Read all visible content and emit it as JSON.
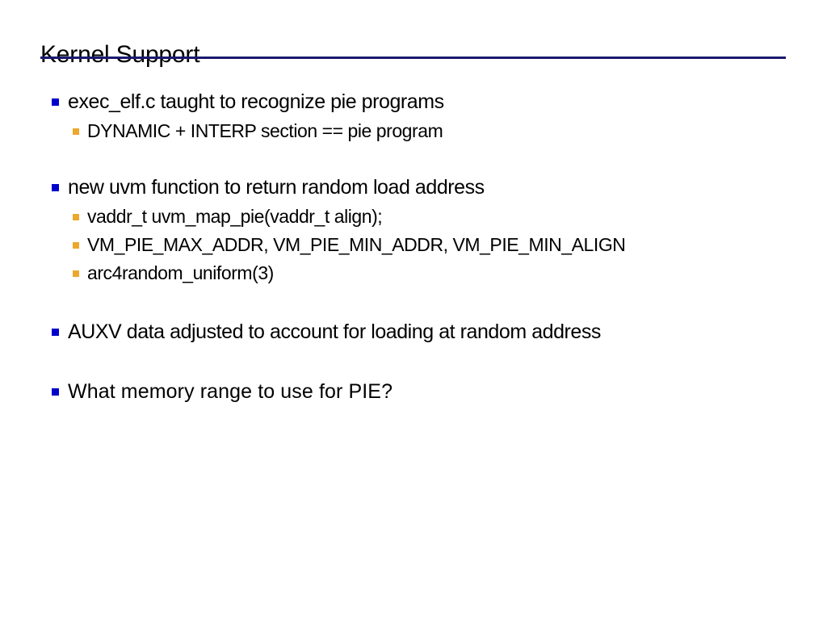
{
  "slide": {
    "title": "Kernel Support",
    "rule_color": "#191970",
    "background_color": "#FFFFFF",
    "text_color": "#000000",
    "bullet_level1_color": "#0000CC",
    "bullet_level2_color": "#ECA72C",
    "bullets": [
      {
        "level": 1,
        "text": "exec_elf.c taught to recognize pie programs"
      },
      {
        "level": 2,
        "text": "DYNAMIC + INTERP section == pie program"
      },
      {
        "level": 1,
        "text": "new uvm function to return random load address"
      },
      {
        "level": 2,
        "text": "vaddr_t uvm_map_pie(vaddr_t align);"
      },
      {
        "level": 2,
        "text": "VM_PIE_MAX_ADDR, VM_PIE_MIN_ADDR, VM_PIE_MIN_ALIGN"
      },
      {
        "level": 2,
        "text": "arc4random_uniform(3)"
      },
      {
        "level": 1,
        "text": " AUXV data adjusted to account for loading at random address"
      },
      {
        "level": 1,
        "text": "What memory range to use for PIE?"
      }
    ]
  }
}
